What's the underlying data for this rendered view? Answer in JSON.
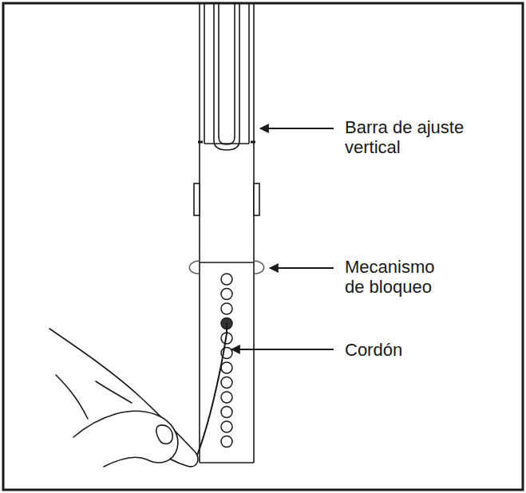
{
  "diagram": {
    "labels": [
      "Barra de ajuste vertical",
      "Mecanismo de bloqueo",
      "Cordón"
    ]
  }
}
